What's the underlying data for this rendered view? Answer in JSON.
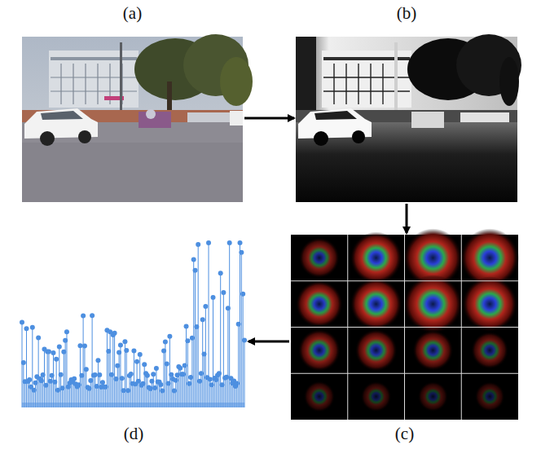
{
  "diagram": {
    "nodes": [
      {
        "text": [
          "(a)"
        ]
      },
      {
        "text": [
          "(b)"
        ]
      },
      {
        "text": [
          "(c)"
        ]
      },
      {
        "text": [
          "(d)"
        ]
      }
    ],
    "edges": [
      {
        "from": 0,
        "to": 1,
        "arrow": "to"
      },
      {
        "from": 1,
        "to": 2,
        "arrow": "to"
      },
      {
        "from": 2,
        "to": 3,
        "arrow": "to"
      }
    ]
  }
}
